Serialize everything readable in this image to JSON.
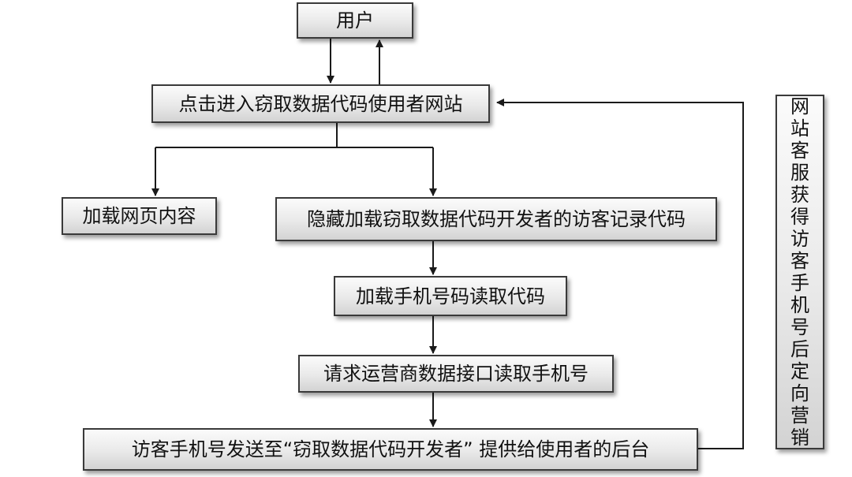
{
  "nodes": {
    "user": "用户",
    "click_enter_site": "点击进入窃取数据代码使用者网站",
    "load_page_content": "加载网页内容",
    "hidden_load_visitor_code": "隐藏加载窃取数据代码开发者的访客记录代码",
    "load_phone_read_code": "加载手机号码读取代码",
    "request_carrier_api": "请求运营商数据接口读取手机号",
    "send_phone_to_backend": "访客手机号发送至“窃取数据代码开发者” 提供给使用者的后台",
    "customer_service_marketing": "网站客服获得访客手机号后定向营销"
  },
  "colors": {
    "line": "#1a1a1a",
    "border": "#3a3a3a"
  }
}
